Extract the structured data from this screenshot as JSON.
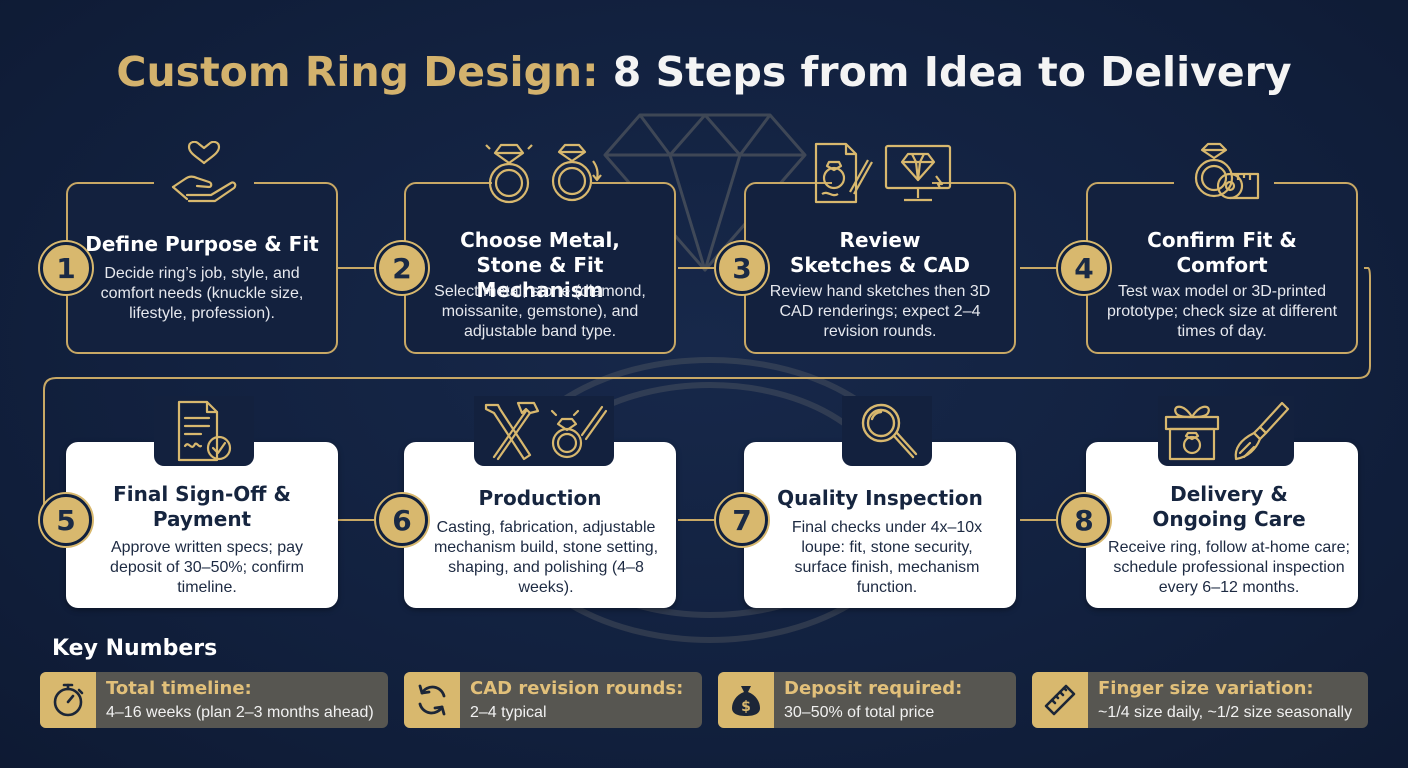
{
  "title": {
    "part1": "Custom Ring Design:",
    "part2": "8 Steps from Idea to Delivery"
  },
  "colors": {
    "background": "#12213f",
    "gold": "#d8b86e",
    "title_gold": "#d3b26d",
    "card_dark": "#13213e",
    "card_light": "#ffffff",
    "key_bar": "#575651"
  },
  "steps": [
    {
      "number": "1",
      "title": "Define Purpose & Fit",
      "description": "Decide ring’s job, style, and comfort needs (knuckle size, lifestyle, profession).",
      "icons": [
        "heart-in-hand-icon"
      ]
    },
    {
      "number": "2",
      "title": "Choose Metal, Stone & Fit Mechanism",
      "description": "Select metal, stone (diamond, moissanite, gemstone), and adjustable band type.",
      "icons": [
        "diamond-ring-icon",
        "adjustable-ring-icon"
      ]
    },
    {
      "number": "3",
      "title": "Review Sketches & CAD",
      "description": "Review hand sketches then 3D CAD renderings; expect 2–4 revision rounds.",
      "icons": [
        "sketch-paper-icon",
        "cad-monitor-icon"
      ]
    },
    {
      "number": "4",
      "title": "Confirm Fit & Comfort",
      "description": "Test wax model or 3D-printed prototype; check size at different times of day.",
      "icons": [
        "ring-tape-measure-icon"
      ]
    },
    {
      "number": "5",
      "title": "Final Sign-Off & Payment",
      "description": "Approve written specs; pay deposit of 30–50%; confirm timeline.",
      "icons": [
        "signed-document-icon"
      ]
    },
    {
      "number": "6",
      "title": "Production",
      "description": "Casting, fabrication, adjustable mechanism build, stone setting, shaping, and polishing (4–8 weeks).",
      "icons": [
        "hammer-wrench-icon",
        "ring-polishing-icon"
      ]
    },
    {
      "number": "7",
      "title": "Quality Inspection",
      "description": "Final checks under 4x–10x loupe: fit, stone security, surface finish, mechanism function.",
      "icons": [
        "magnifier-icon"
      ]
    },
    {
      "number": "8",
      "title": "Delivery & Ongoing Care",
      "description": "Receive ring, follow at-home care; schedule professional inspection every 6–12 months.",
      "icons": [
        "gift-box-icon",
        "cleaning-brush-icon"
      ]
    }
  ],
  "key_numbers": {
    "heading": "Key Numbers",
    "items": [
      {
        "label": "Total timeline:",
        "value": "4–16 weeks (plan 2–3 months ahead)",
        "icon": "stopwatch-icon"
      },
      {
        "label": "CAD revision rounds:",
        "value": "2–4 typical",
        "icon": "refresh-arrows-icon"
      },
      {
        "label": "Deposit required:",
        "value": "30–50% of total price",
        "icon": "money-bag-icon"
      },
      {
        "label": "Finger size variation:",
        "value": "~1/4 size daily, ~1/2 size seasonally",
        "icon": "ruler-icon"
      }
    ]
  }
}
